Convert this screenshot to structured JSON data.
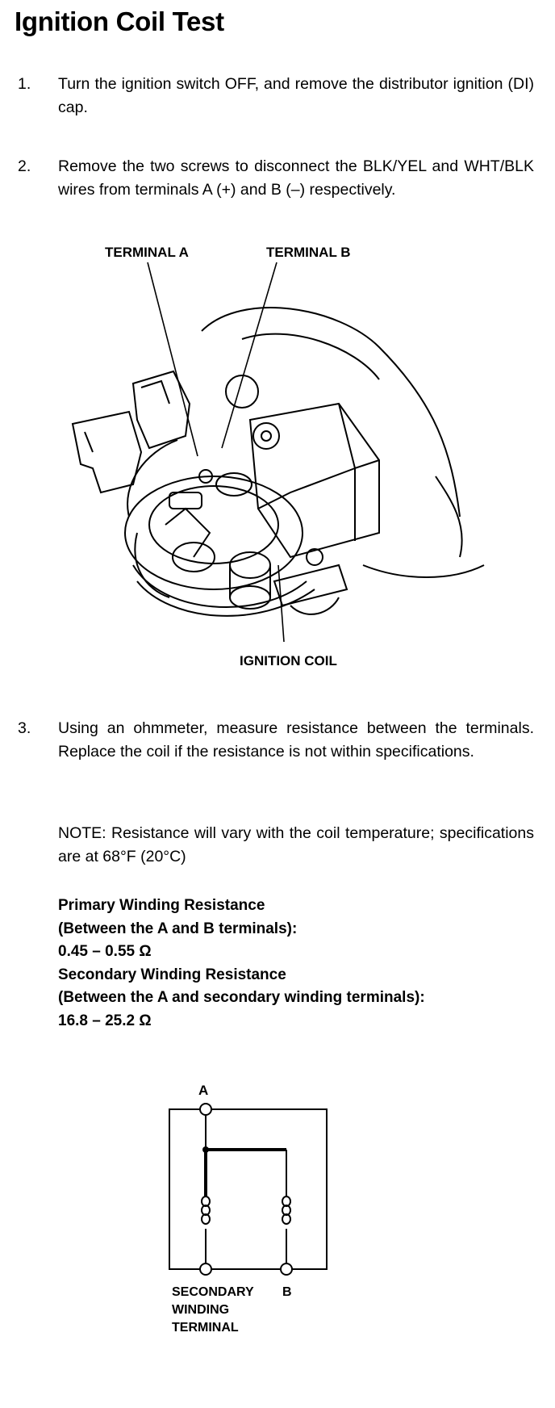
{
  "title": "Ignition Coil Test",
  "steps": [
    {
      "num": "1.",
      "text": "Turn the ignition switch OFF, and remove the distributor ignition (DI) cap."
    },
    {
      "num": "2.",
      "text": "Remove the two screws to disconnect the BLK/YEL and WHT/BLK wires from terminals A (+) and B (–) respectively."
    },
    {
      "num": "3.",
      "text": "Using an ohmmeter, measure resistance between the terminals. Replace the coil if the resistance is not within specifications."
    }
  ],
  "note": "NOTE: Resistance will vary with the coil temperature; specifications are at 68°F (20°C)",
  "figure1": {
    "label_terminal_a": "TERMINAL A",
    "label_terminal_b": "TERMINAL B",
    "label_ignition_coil": "IGNITION COIL"
  },
  "specs": {
    "primary_title": "Primary Winding Resistance",
    "primary_between": "(Between the A and B terminals):",
    "primary_value": "0.45 – 0.55 Ω",
    "secondary_title": "Secondary Winding Resistance",
    "secondary_between": "(Between the A and secondary winding terminals):",
    "secondary_value": "16.8 – 25.2 Ω"
  },
  "figure2": {
    "label_a": "A",
    "label_b": "B",
    "label_secondary_1": "SECONDARY",
    "label_secondary_2": "WINDING",
    "label_secondary_3": "TERMINAL"
  }
}
